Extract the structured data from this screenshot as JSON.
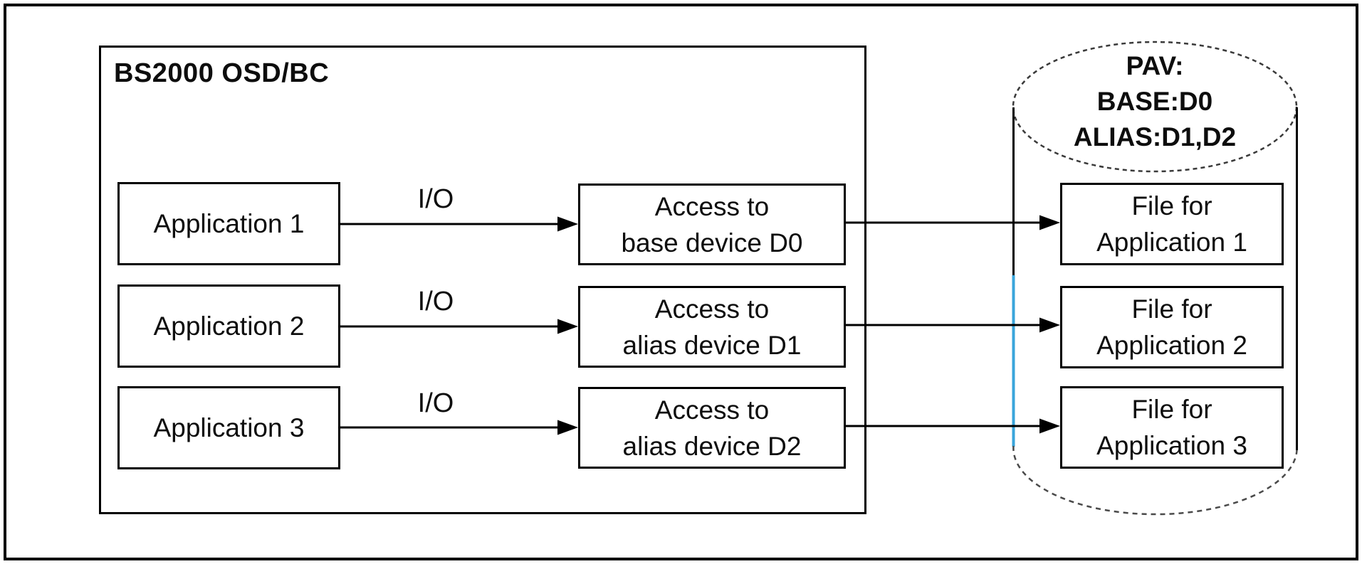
{
  "system_box": {
    "title": "BS2000 OSD/BC"
  },
  "applications": [
    {
      "label": "Application 1"
    },
    {
      "label": "Application 2"
    },
    {
      "label": "Application 3"
    }
  ],
  "io": {
    "label": "I/O"
  },
  "access_devices": [
    {
      "line1": "Access to",
      "line2": "base device D0"
    },
    {
      "line1": "Access to",
      "line2": "alias device D1"
    },
    {
      "line1": "Access to",
      "line2": "alias device D2"
    }
  ],
  "volume": {
    "line1": "PAV:",
    "line2": "BASE:D0",
    "line3": "ALIAS:D1,D2"
  },
  "files": [
    {
      "line1": "File for",
      "line2": "Application 1"
    },
    {
      "line1": "File for",
      "line2": "Application 2"
    },
    {
      "line1": "File for",
      "line2": "Application 3"
    }
  ],
  "colors": {
    "line": "#000000",
    "cylinder_dash": "#3a3a3a",
    "alias_highlight": "#3AA5DB"
  }
}
